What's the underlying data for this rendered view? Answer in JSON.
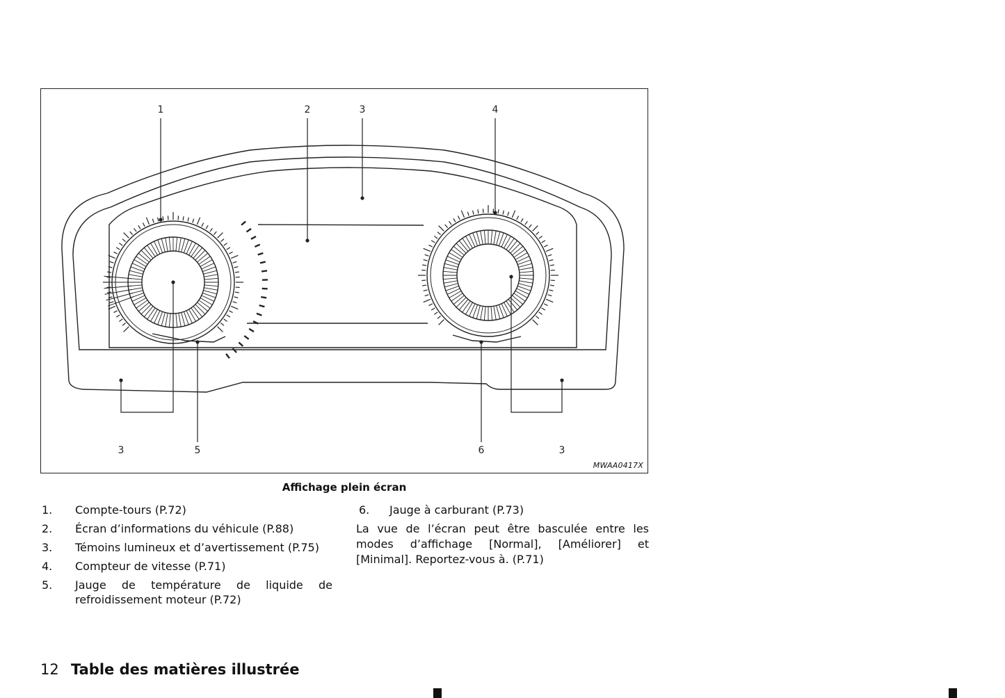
{
  "figure": {
    "callouts": {
      "top_1": "1",
      "top_2": "2",
      "top_3": "3",
      "top_4": "4",
      "bottom_3_left": "3",
      "bottom_5": "5",
      "bottom_6": "6",
      "bottom_3_right": "3"
    },
    "code": "MWAA0417X",
    "caption": "Affichage plein écran"
  },
  "list_left": [
    {
      "num": "1.",
      "text": "Compte-tours (P.72)"
    },
    {
      "num": "2.",
      "text": "Écran d’informations du véhicule (P.88)"
    },
    {
      "num": "3.",
      "text": "Témoins lumineux et d’avertissement (P.75)"
    },
    {
      "num": "4.",
      "text": "Compteur de vitesse (P.71)"
    },
    {
      "num": "5.",
      "text": "Jauge de température de liquide de refroidissement moteur (P.72)"
    }
  ],
  "list_right": [
    {
      "num": "6.",
      "text": "Jauge à carburant (P.73)"
    }
  ],
  "paragraph": "La vue de l’écran peut être basculée entre les modes d’affichage [Normal], [Améliorer] et [Minimal]. Reportez-vous à. (P.71)",
  "footer": {
    "page_number": "12",
    "section_title": "Table des matières illustrée"
  }
}
